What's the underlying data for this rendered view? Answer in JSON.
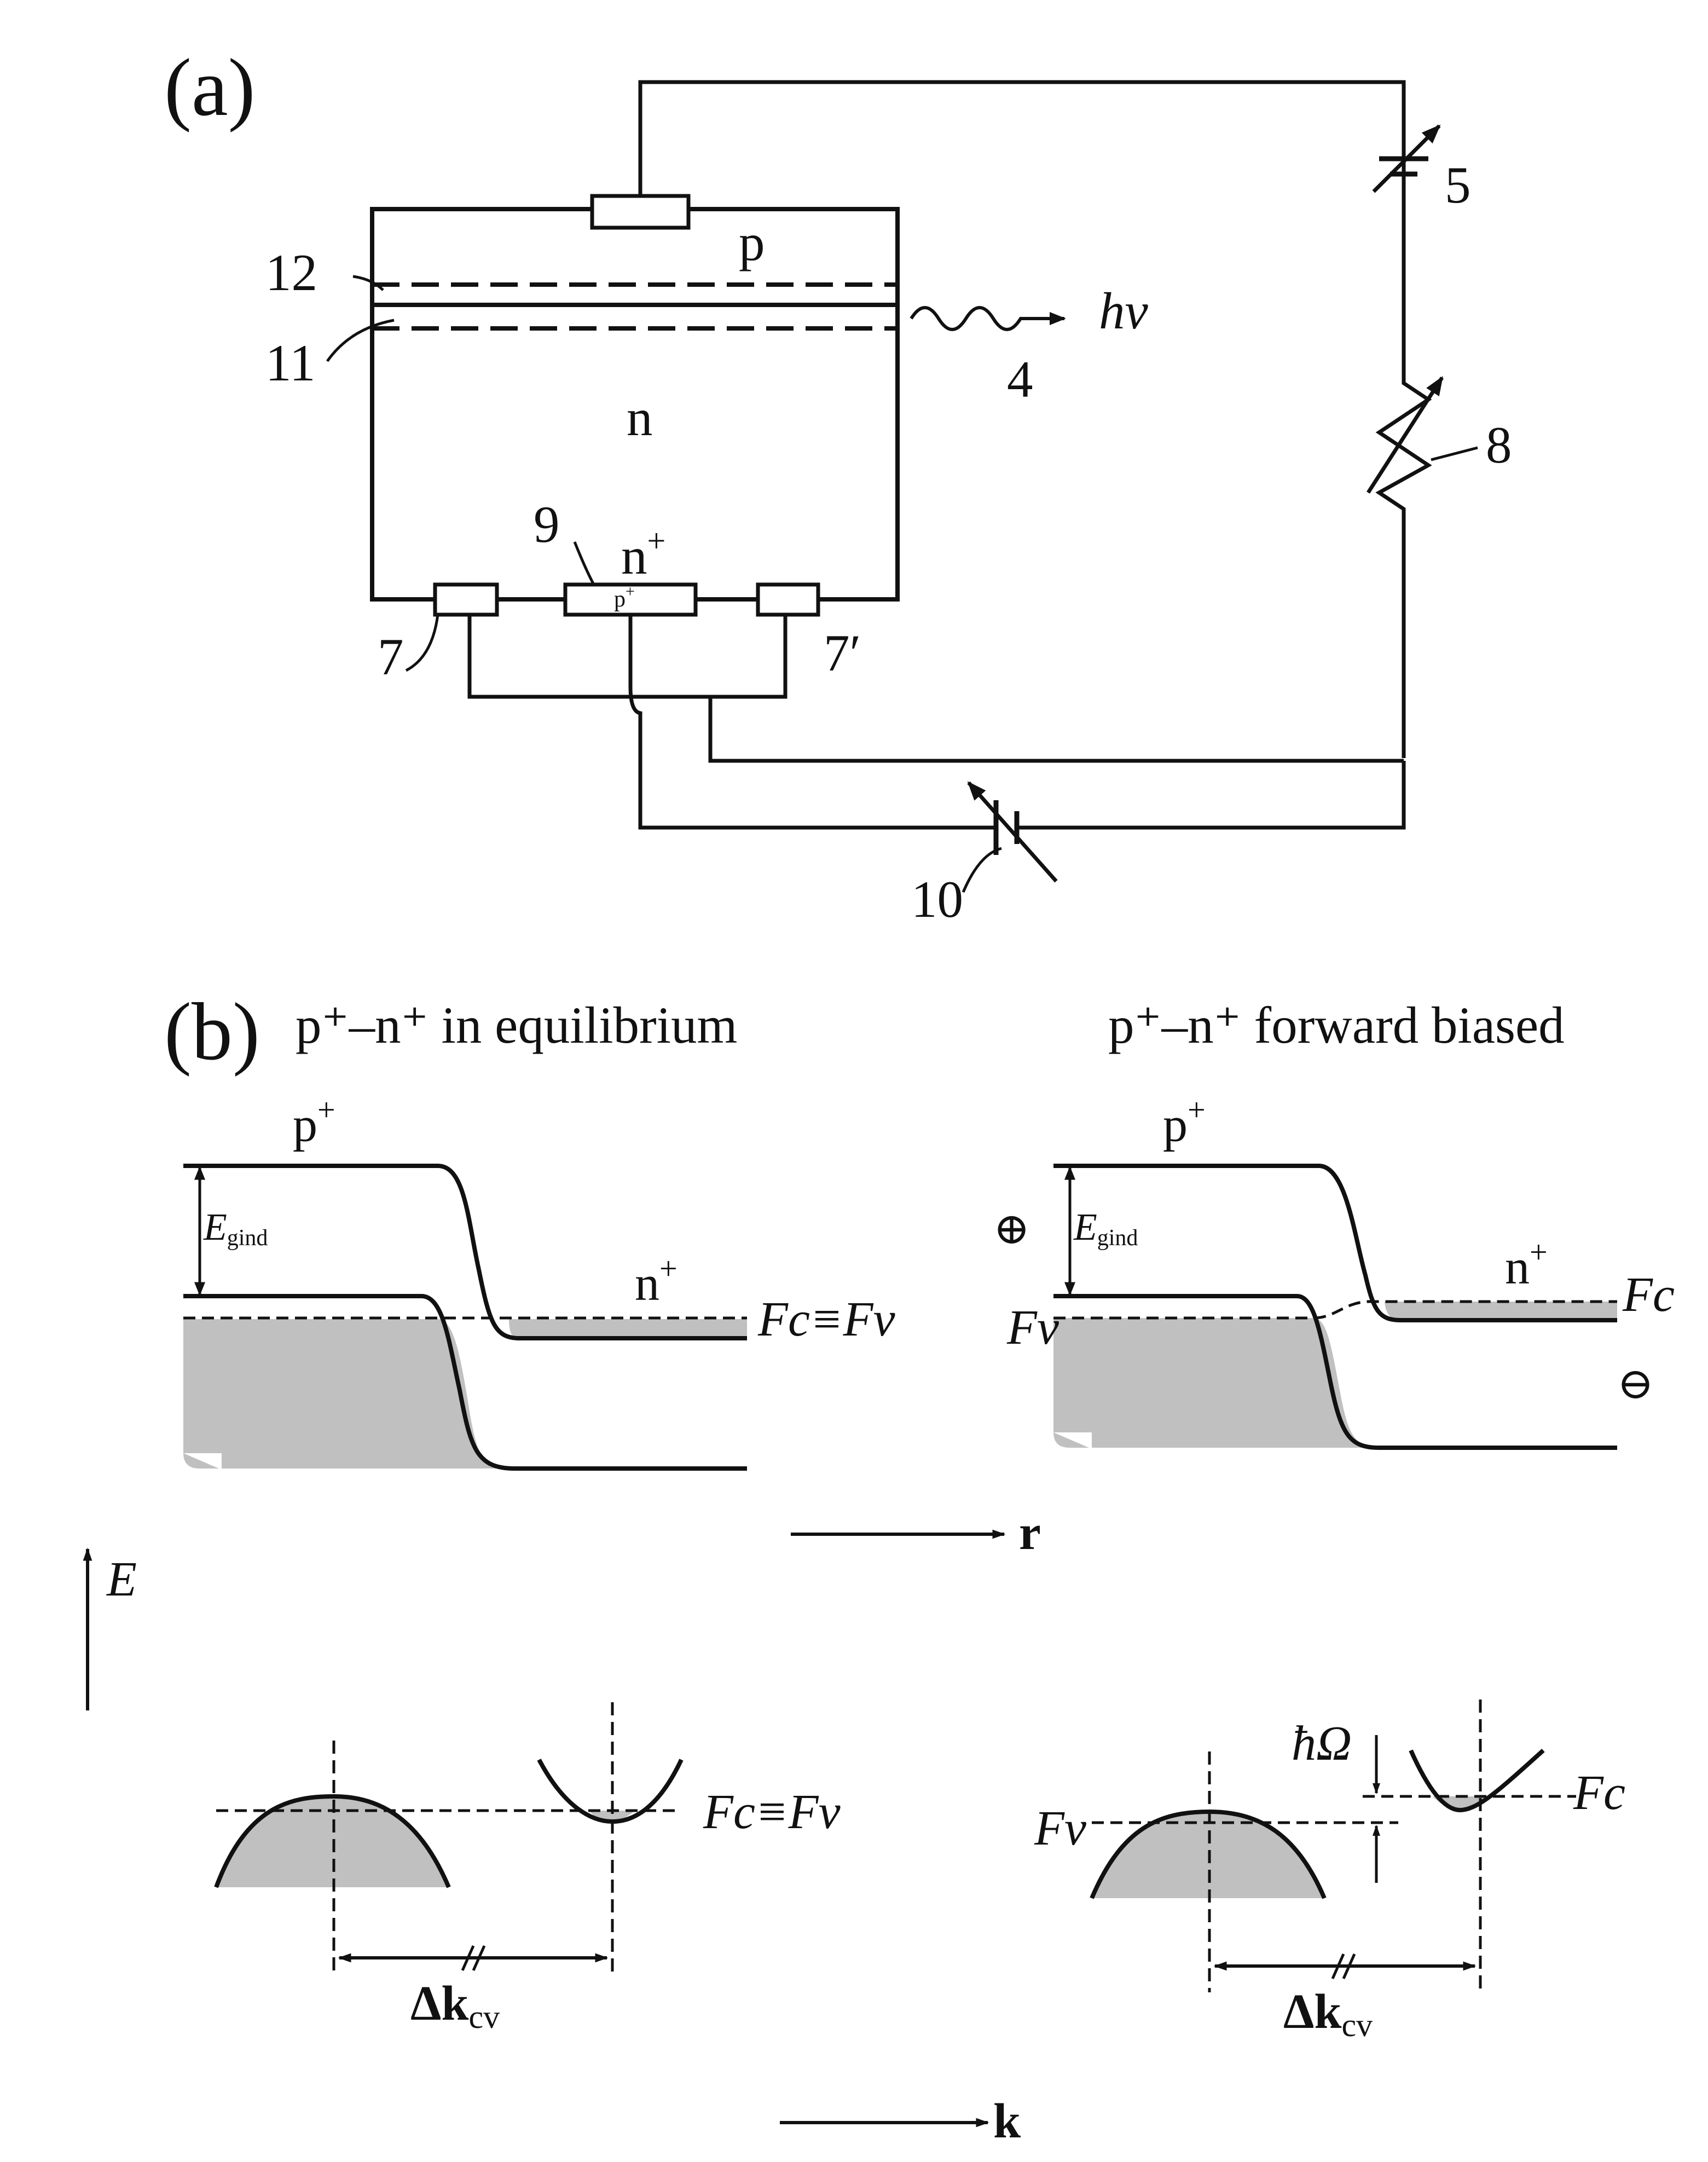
{
  "panel_a": {
    "label": "(a)",
    "region_p": "p",
    "region_n": "n",
    "region_nplus": "n",
    "contact_pplus": "p",
    "photon": "hν",
    "numbers": {
      "n4": "4",
      "n5": "5",
      "n7": "7",
      "n7p": "7′",
      "n8": "8",
      "n9": "9",
      "n10": "10",
      "n11": "11",
      "n12": "12"
    }
  },
  "panel_b": {
    "label": "(b)",
    "left_title": "p⁺–n⁺ in equilibrium",
    "right_title": "p⁺–n⁺ forward biased",
    "pplus": "p",
    "nplus": "n",
    "egind_main": "E",
    "egind_sub": "gind",
    "fc_fv": "Fc≡Fv",
    "fc": "Fc",
    "fv": "Fv",
    "plus_sign": "⊕",
    "minus_sign": "⊖",
    "axis_r": "r",
    "axis_E": "E",
    "axis_k": "k",
    "delta_k": "Δk",
    "delta_k_sub": "cv",
    "hbar_omega": "ħΩ"
  },
  "colors": {
    "ink": "#111111",
    "fill": "#c0c0c0",
    "background": "#ffffff"
  }
}
